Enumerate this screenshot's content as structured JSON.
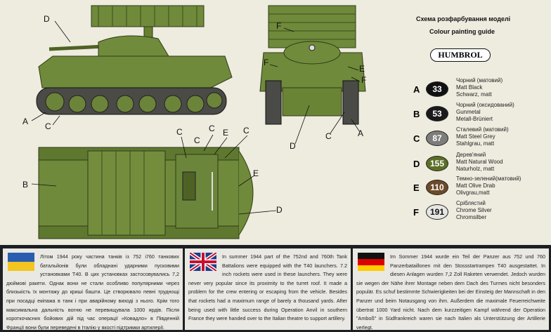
{
  "guide": {
    "title_ua": "Схема розфарбування моделі",
    "title_en": "Colour painting guide",
    "brand": "HUMBROL"
  },
  "colors": [
    {
      "letter": "A",
      "code": "33",
      "hex": "#111111",
      "text": "#ffffff",
      "ua": "Чорний (матовий)",
      "en": "Matt Black",
      "de": "Schwarz, matt"
    },
    {
      "letter": "B",
      "code": "53",
      "hex": "#1a1a1a",
      "text": "#ffffff",
      "ua": "Чорний (оксидований)",
      "en": "Gunmetal",
      "de": "Metall-Brüniert"
    },
    {
      "letter": "C",
      "code": "87",
      "hex": "#7d7d7b",
      "text": "#ffffff",
      "ua": "Сталевий (матовий)",
      "en": "Matt Steel Grey",
      "de": "Stahlgrau, matt"
    },
    {
      "letter": "D",
      "code": "155",
      "hex": "#5c6f26",
      "text": "#ffffff",
      "ua": "Дерев'яний",
      "en": "Matt Natural Wood",
      "de": "Naturholz, matt"
    },
    {
      "letter": "E",
      "code": "110",
      "hex": "#6e4a2a",
      "text": "#ffffff",
      "ua": "Темно-зелений(матовий)",
      "en": "Matt Olive Drab",
      "de": "Olivgrau,matt"
    },
    {
      "letter": "F",
      "code": "191",
      "hex": "#e6e6e4",
      "text": "#111111",
      "ua": "Сріблястий",
      "en": "Chrome Silver",
      "de": "Chromsilber"
    }
  ],
  "callouts": {
    "side": [
      "D",
      "A",
      "C"
    ],
    "front": [
      "F",
      "F",
      "E",
      "F",
      "C",
      "A",
      "D"
    ],
    "top": [
      "C",
      "C",
      "E",
      "C",
      "C",
      "B",
      "E",
      "D"
    ]
  },
  "texts": {
    "ua": "Літом 1944 року частина танків із 752 і760 танкових батальйонів були обладнані ударними пусковими установками Т40. В цих установках застосовувались 7,2 дюймові ракети. Однак вони не стали особливо популярними через близькість їх монтажу до криші башти. Це створювало певні труднощі при посадці екіпажа в танк і при аварійному виході з нього. Крім того максимальна дальність вогню не перевищувала 1000 ярдів. Після короткочасних бойових дій під час операції «Ковадло» в Південній Франції вони були переведені в Італію у якості підтримки артилерії.",
    "en": "In summer 1944 part of the 752nd and 760th Tank Battalions were equipped with the T40 launchers. 7.2 inch rockets were used in these launchers. They were never very popular since its proximity to the turret roof. It made a problem for the crew entering or escaping from the vehicle. Besides that rockets had a maximum range of barely a thousand yards. After being used with little success during Operation Anvil in southern France they were handed over to the Italian theatre to support artillery.",
    "de": "Im Sommer 1944 wurde ein Teil der Panzer aus 752 und 760 Panzerbataillonen mit den Stossstartrampen T40 ausgestattet. In diesen Anlagen wurden 7,2 Zoll Raketen verwendet. Jedoch wurden sie wegen der Nähe ihrer Montage neben dem Dach des Turmes nicht besonders populär. Es schuf bestimmte Schwierigkeiten bei der Einsteig der Mannschaft in den Panzer und beim Notausgang von ihm. Außerdem die maximale Feuerreichweite übertrat 1000 Yard nicht.  Nach dem kurzzeitigen Kampf während der Operation \"Amboß\" in Südfrankreich waren sie nach Italien als Unterstützung der Artillerie verlegt."
  }
}
